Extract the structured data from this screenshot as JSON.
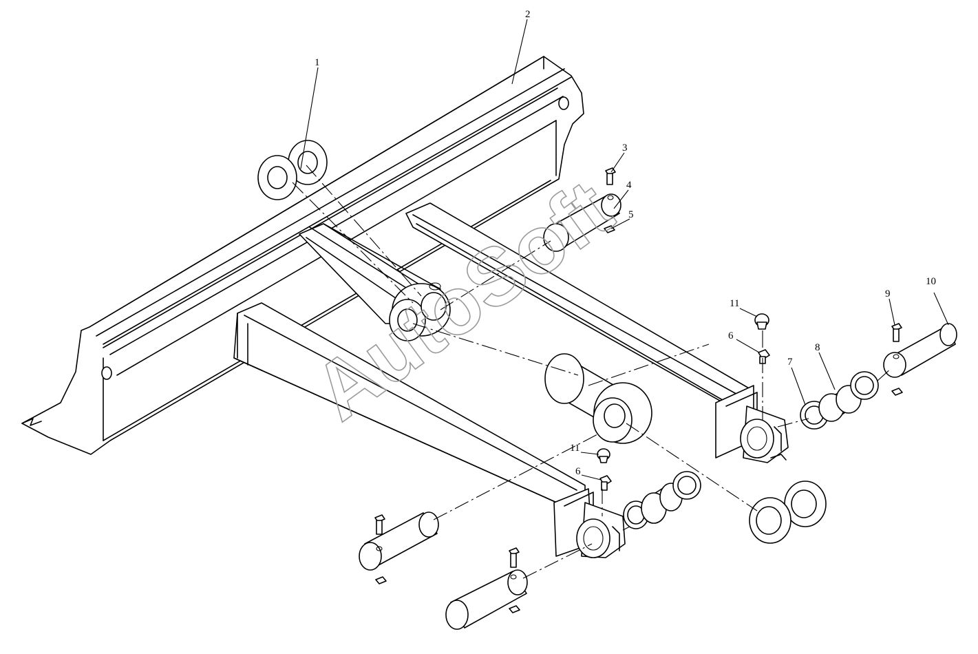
{
  "watermark": "AutoSoft",
  "callouts": {
    "c1": "1",
    "c2": "2",
    "c3": "3",
    "c4": "4",
    "c5": "5",
    "c6a": "6",
    "c6b": "6",
    "c7": "7",
    "c8": "8",
    "c9": "9",
    "c10": "10",
    "c11a": "11",
    "c11b": "11"
  }
}
